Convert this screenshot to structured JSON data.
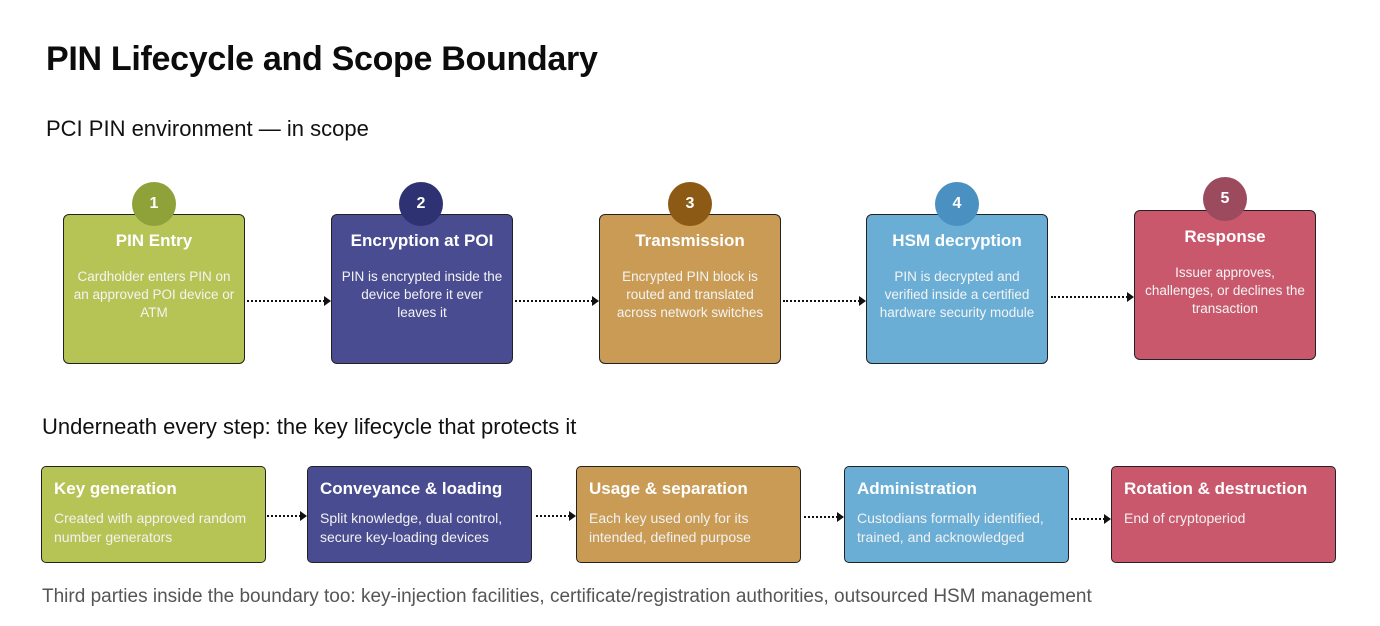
{
  "title": "PIN Lifecycle and Scope Boundary",
  "subtitle": "PCI PIN environment — in scope",
  "steps": [
    {
      "number": "1",
      "title": "PIN Entry",
      "desc": "Cardholder enters PIN on an approved POI device or ATM",
      "color": "#b5c455",
      "badge_color": "#8fa23a"
    },
    {
      "number": "2",
      "title": "Encryption at POI",
      "desc": "PIN is encrypted inside the device before it ever leaves it",
      "color": "#4a4c91",
      "badge_color": "#2e3272"
    },
    {
      "number": "3",
      "title": "Transmission",
      "desc": "Encrypted PIN block is routed and translated across network switches",
      "color": "#c99b55",
      "badge_color": "#8c5a14"
    },
    {
      "number": "4",
      "title": "HSM decryption",
      "desc": "PIN is decrypted and verified inside a certified hardware security module",
      "color": "#6aaed6",
      "badge_color": "#4a90c0"
    },
    {
      "number": "5",
      "title": "Response",
      "desc": "Issuer approves, challenges, or declines the transaction",
      "color": "#c9586c",
      "badge_color": "#9c4a5e"
    }
  ],
  "section2": "Underneath every step: the key lifecycle that protects it",
  "keys": [
    {
      "title": "Key generation",
      "desc": "Created with approved random number generators",
      "color": "#b5c455"
    },
    {
      "title": "Conveyance & loading",
      "desc": "Split knowledge, dual control, secure key-loading devices",
      "color": "#4a4c91"
    },
    {
      "title": "Usage & separation",
      "desc": "Each key used only for its intended, defined purpose",
      "color": "#c99b55"
    },
    {
      "title": "Administration",
      "desc": "Custodians formally identified, trained, and acknowledged",
      "color": "#6aaed6"
    },
    {
      "title": "Rotation & destruction",
      "desc": "End of cryptoperiod",
      "color": "#c9586c"
    }
  ],
  "footnote": "Third parties inside the boundary too: key-injection facilities, certificate/registration authorities, outsourced HSM management"
}
